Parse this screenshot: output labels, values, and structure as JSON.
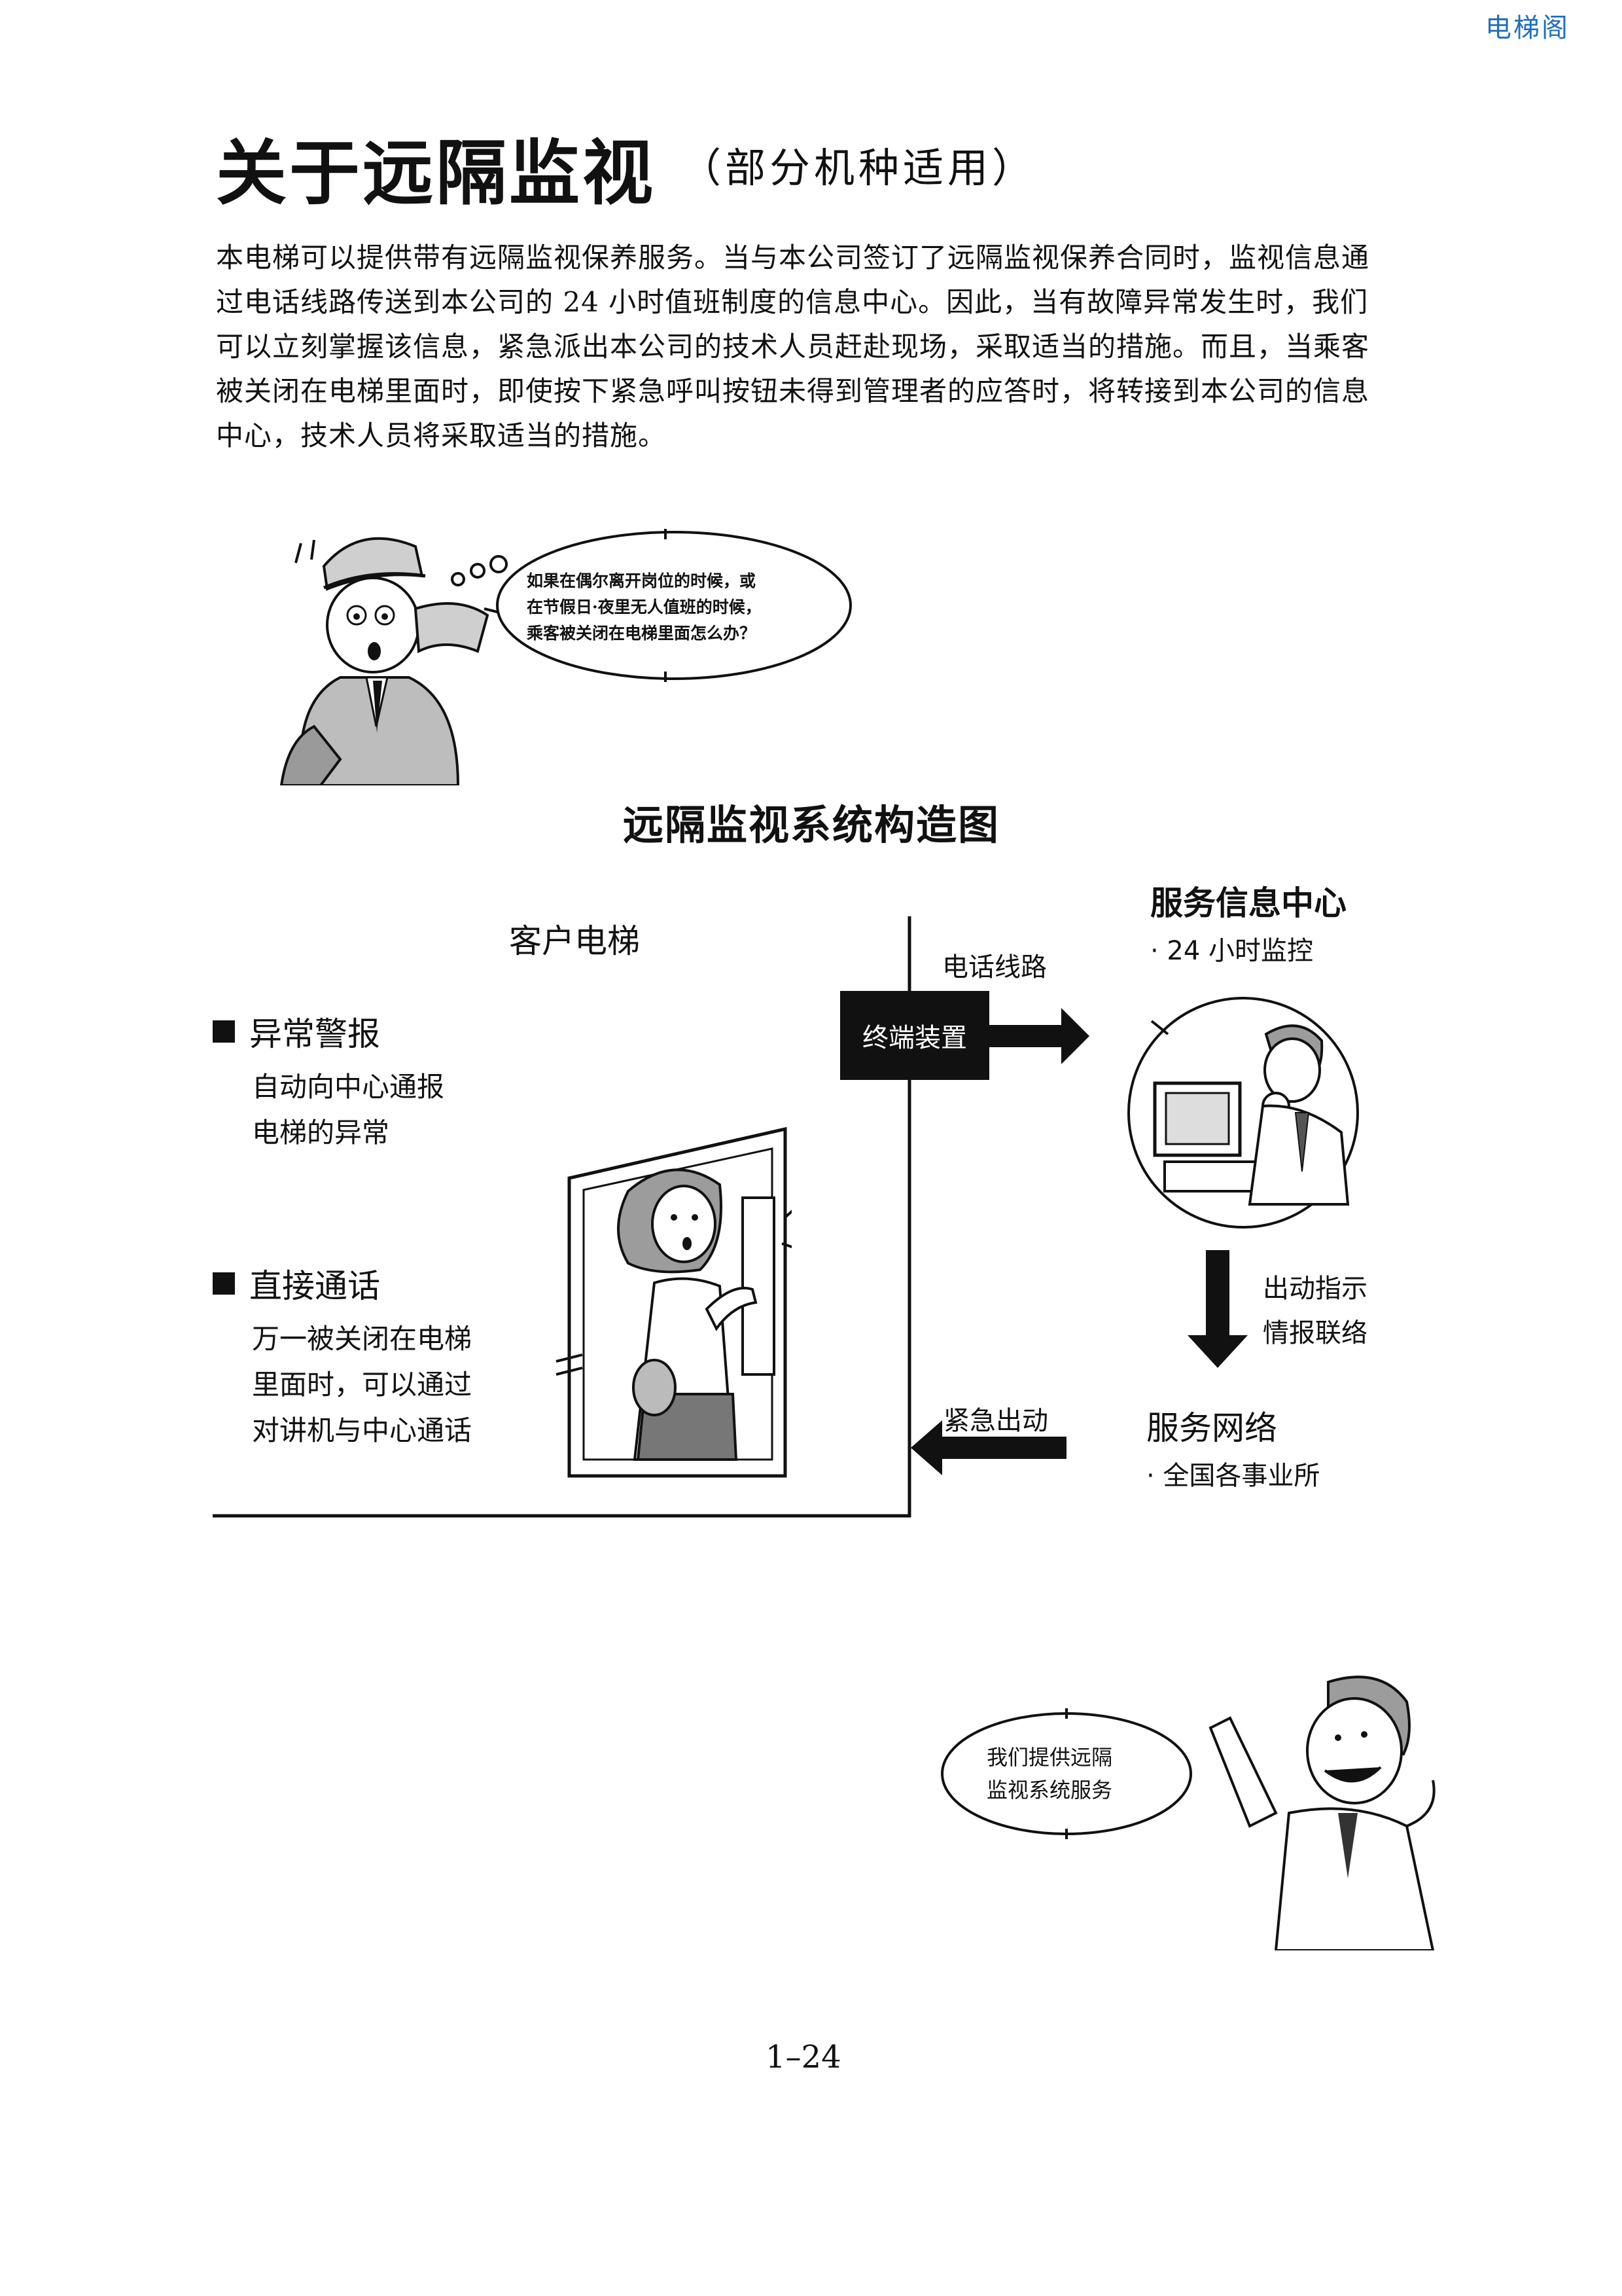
{
  "watermark": "电梯阁",
  "header": {
    "title": "关于远隔监视",
    "subtitle": "（部分机种适用）"
  },
  "intro_lines": [
    "本电梯可以提供带有远隔监视保养服务。当与本公司签订了远隔监视保养合同时，监视信息通",
    "过电话线路传送到本公司的 24 小时值班制度的信息中心。因此，当有故障异常发生时，我们",
    "可以立刻掌握该信息，紧急派出本公司的技术人员赶赴现场，采取适当的措施。而且，当乘客",
    "被关闭在电梯里面时，即使按下紧急呼叫按钮未得到管理者的应答时，将转接到本公司的信息",
    "中心，技术人员将采取适当的措施。"
  ],
  "top_bubble_lines": [
    "如果在偶尔离开岗位的时候，或",
    "在节假日·夜里无人值班的时候，",
    "乘客被关闭在电梯里面怎么办？"
  ],
  "diagram": {
    "title": "远隔监视系统构造图",
    "customer_elevator": "客户电梯",
    "telephone_line": "电话线路",
    "terminal_device": "终端装置",
    "service_center": {
      "title": "服务信息中心",
      "detail": "· 24 小时监控"
    },
    "features": [
      {
        "title": "异常警报",
        "lines": [
          "自动向中心通报",
          "电梯的异常"
        ]
      },
      {
        "title": "直接通话",
        "lines": [
          "万一被关闭在电梯",
          "里面时，可以通过",
          "对讲机与中心通话"
        ]
      }
    ],
    "dispatch_lines": [
      "出动指示",
      "情报联络"
    ],
    "emergency": "紧急出动",
    "service_network": {
      "title": "服务网络",
      "detail": "· 全国各事业所"
    }
  },
  "bottom_bubble_lines": [
    "我们提供远隔",
    "监视系统服务"
  ],
  "page_number": "1–24",
  "colors": {
    "watermark": "#1f6fbf",
    "ink": "#111111"
  }
}
